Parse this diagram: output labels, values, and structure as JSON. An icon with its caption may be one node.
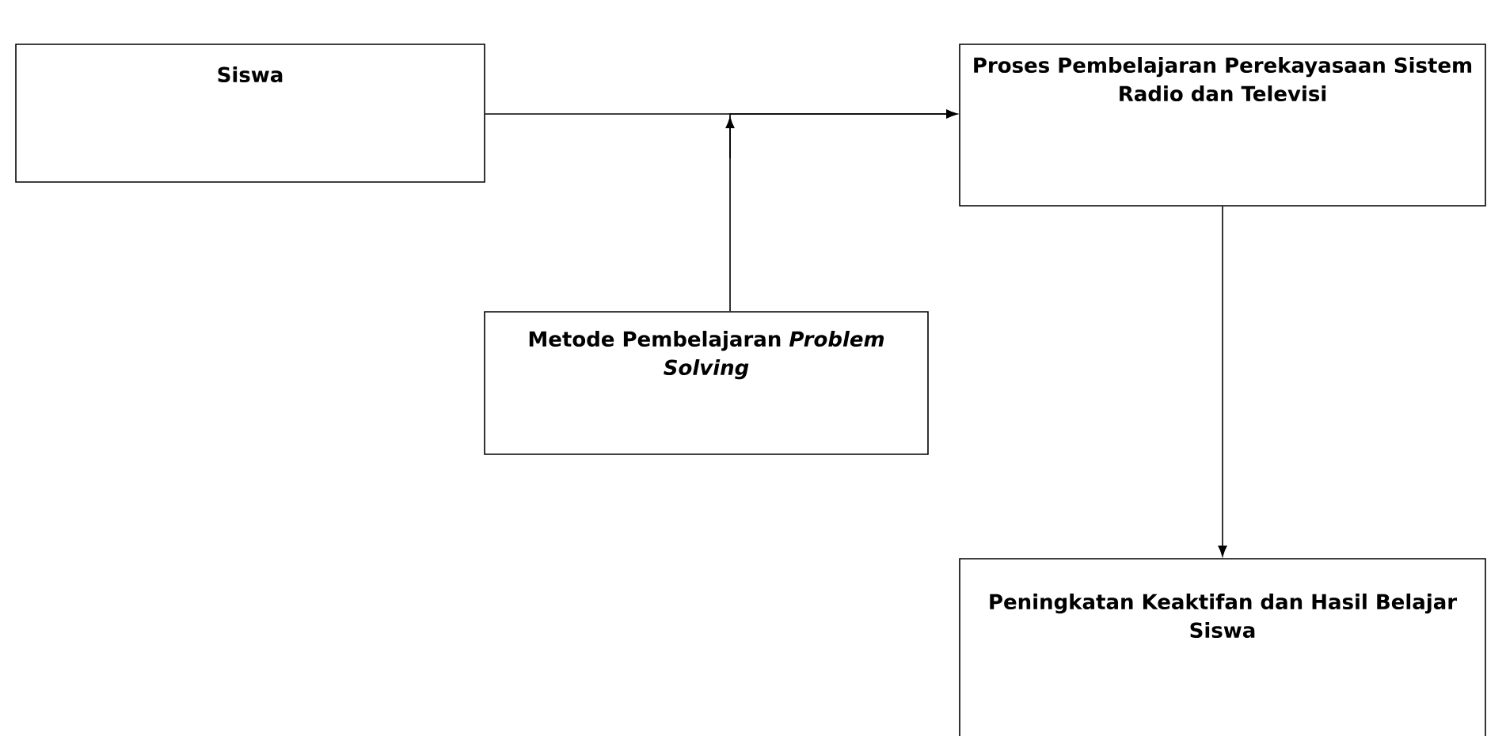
{
  "diagram": {
    "nodes": [
      {
        "text": [
          "Siswa"
        ]
      },
      {
        "text": [
          "Proses Pembelajaran Perekayasaan Sistem Radio dan Televisi"
        ]
      },
      {
        "text": [
          "Metode Pembelajaran *Problem Solving*"
        ]
      },
      {
        "text": [
          "Peningkatan Keaktifan dan Hasil Belajar Siswa"
        ]
      }
    ],
    "edges": [
      {
        "from": 0,
        "to": 1,
        "arrow": "to"
      },
      {
        "from": 2,
        "to": 1,
        "arrow": "to"
      },
      {
        "from": 1,
        "to": 3,
        "arrow": "to"
      }
    ]
  }
}
